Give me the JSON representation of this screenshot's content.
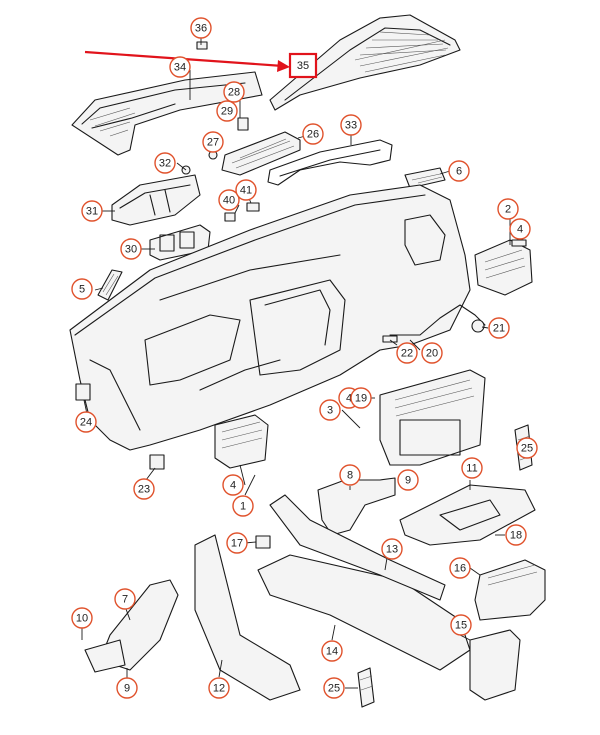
{
  "colors": {
    "callout_border": "#e0522c",
    "highlight": "#e1131b",
    "line": "#1a1a1a",
    "background": "#ffffff"
  },
  "highlighted_callout": "35",
  "callouts": [
    "1",
    "2",
    "3",
    "4",
    "4",
    "4",
    "5",
    "6",
    "7",
    "8",
    "9",
    "9",
    "10",
    "11",
    "12",
    "13",
    "14",
    "15",
    "16",
    "17",
    "18",
    "19",
    "20",
    "21",
    "22",
    "23",
    "24",
    "25",
    "25",
    "26",
    "27",
    "28",
    "29",
    "30",
    "31",
    "32",
    "33",
    "34",
    "35",
    "36",
    "40",
    "41"
  ]
}
